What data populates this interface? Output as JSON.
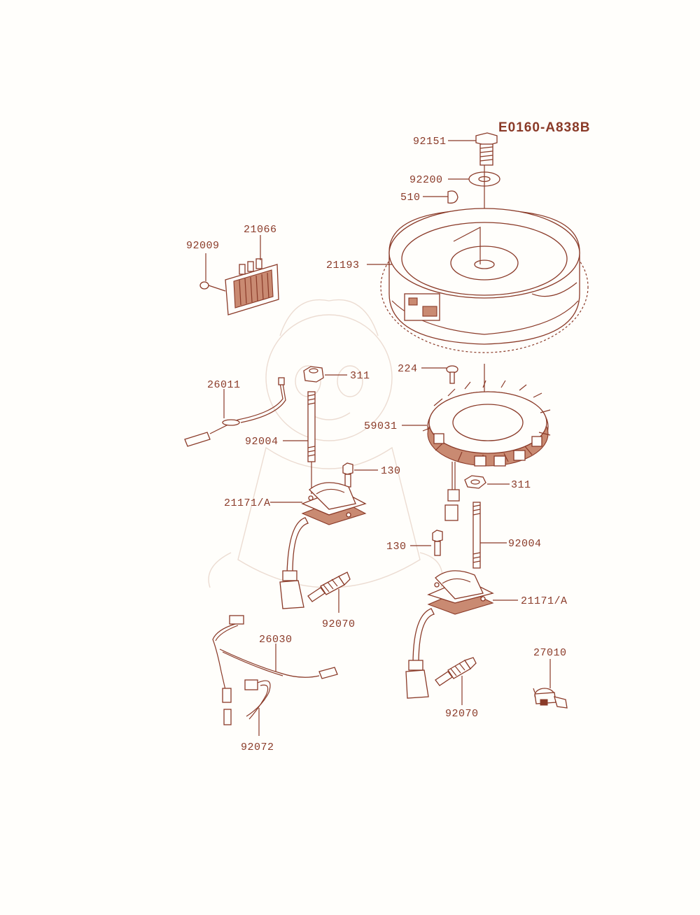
{
  "diagram_code": "E0160-A838B",
  "colors": {
    "line": "#8a3a28",
    "fill_dark": "#8a3a28",
    "fill_light": "#c98a72",
    "background": "#fffefb"
  },
  "labels": {
    "l92151": "92151",
    "l92200": "92200",
    "l510": "510",
    "l21193": "21193",
    "l21066": "21066",
    "l92009": "92009",
    "l224": "224",
    "l59031": "59031",
    "l311a": "311",
    "l26011": "26011",
    "l92004a": "92004",
    "l130a": "130",
    "l21171a": "21171/A",
    "l311b": "311",
    "l130b": "130",
    "l92004b": "92004",
    "l21171b": "21171/A",
    "l92070a": "92070",
    "l26030": "26030",
    "l27010": "27010",
    "l92070b": "92070",
    "l92072": "92072"
  }
}
